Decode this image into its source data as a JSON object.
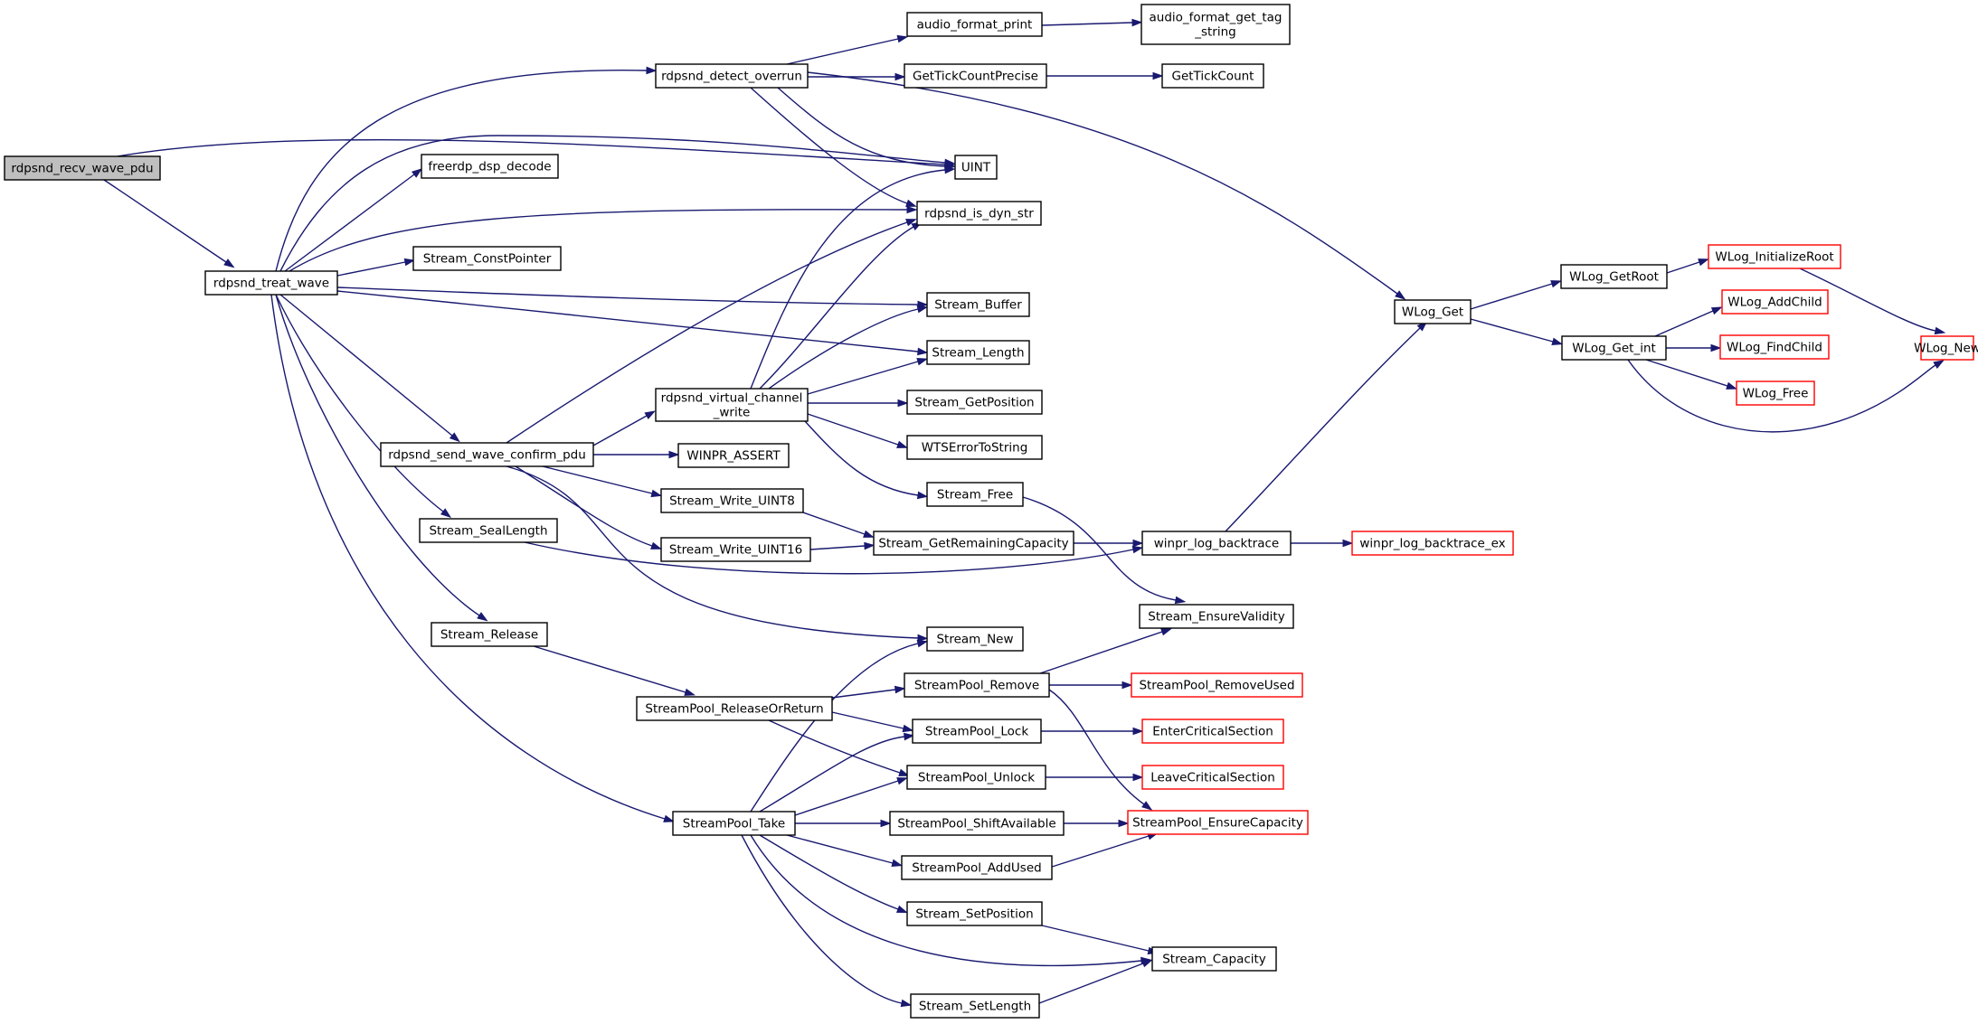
{
  "colors": {
    "edge": "#191970",
    "root_fill": "#bfbfbf",
    "node_fill": "#ffffff",
    "node_border": "#000000",
    "truncated_border": "#ff0000"
  },
  "nodes": [
    {
      "id": "n0",
      "label": [
        "rdpsnd_recv_wave_pdu"
      ],
      "root": true
    },
    {
      "id": "n1",
      "label": [
        "rdpsnd_treat_wave"
      ]
    },
    {
      "id": "n2",
      "label": [
        "rdpsnd_detect_overrun"
      ]
    },
    {
      "id": "n3",
      "label": [
        "UINT"
      ]
    },
    {
      "id": "n4",
      "label": [
        "freerdp_dsp_decode"
      ]
    },
    {
      "id": "n5",
      "label": [
        "rdpsnd_is_dyn_str"
      ]
    },
    {
      "id": "n6",
      "label": [
        "Stream_ConstPointer"
      ]
    },
    {
      "id": "n7",
      "label": [
        "Stream_Buffer"
      ]
    },
    {
      "id": "n8",
      "label": [
        "Stream_Length"
      ]
    },
    {
      "id": "n9",
      "label": [
        "rdpsnd_send_wave_confirm_pdu"
      ]
    },
    {
      "id": "n10",
      "label": [
        "Stream_SealLength"
      ]
    },
    {
      "id": "n11",
      "label": [
        "Stream_Release"
      ]
    },
    {
      "id": "n12",
      "label": [
        "StreamPool_Take"
      ]
    },
    {
      "id": "n13",
      "label": [
        "audio_format_print"
      ]
    },
    {
      "id": "n14",
      "label": [
        "audio_format_get_tag",
        "_string"
      ]
    },
    {
      "id": "n15",
      "label": [
        "GetTickCountPrecise"
      ]
    },
    {
      "id": "n16",
      "label": [
        "GetTickCount"
      ]
    },
    {
      "id": "n17",
      "label": [
        "WLog_Get"
      ]
    },
    {
      "id": "n18",
      "label": [
        "WLog_GetRoot"
      ]
    },
    {
      "id": "n19",
      "label": [
        "WLog_InitializeRoot"
      ],
      "truncated": true
    },
    {
      "id": "n20",
      "label": [
        "WLog_New"
      ],
      "truncated": true
    },
    {
      "id": "n21",
      "label": [
        "WLog_Get_int"
      ]
    },
    {
      "id": "n22",
      "label": [
        "WLog_AddChild"
      ],
      "truncated": true
    },
    {
      "id": "n23",
      "label": [
        "WLog_FindChild"
      ],
      "truncated": true
    },
    {
      "id": "n24",
      "label": [
        "WLog_Free"
      ],
      "truncated": true
    },
    {
      "id": "n25",
      "label": [
        "rdpsnd_virtual_channel",
        "_write"
      ]
    },
    {
      "id": "n26",
      "label": [
        "Stream_GetPosition"
      ]
    },
    {
      "id": "n27",
      "label": [
        "WTSErrorToString"
      ]
    },
    {
      "id": "n28",
      "label": [
        "Stream_Free"
      ]
    },
    {
      "id": "n29",
      "label": [
        "Stream_EnsureValidity"
      ]
    },
    {
      "id": "n30",
      "label": [
        "WINPR_ASSERT"
      ]
    },
    {
      "id": "n31",
      "label": [
        "Stream_Write_UINT8"
      ]
    },
    {
      "id": "n32",
      "label": [
        "Stream_GetRemainingCapacity"
      ]
    },
    {
      "id": "n33",
      "label": [
        "winpr_log_backtrace"
      ]
    },
    {
      "id": "n34",
      "label": [
        "winpr_log_backtrace_ex"
      ],
      "truncated": true
    },
    {
      "id": "n35",
      "label": [
        "Stream_Write_UINT16"
      ]
    },
    {
      "id": "n36",
      "label": [
        "Stream_New"
      ]
    },
    {
      "id": "n37",
      "label": [
        "StreamPool_ReleaseOrReturn"
      ]
    },
    {
      "id": "n38",
      "label": [
        "StreamPool_Remove"
      ]
    },
    {
      "id": "n39",
      "label": [
        "StreamPool_RemoveUsed"
      ],
      "truncated": true
    },
    {
      "id": "n40",
      "label": [
        "StreamPool_EnsureCapacity"
      ],
      "truncated": true
    },
    {
      "id": "n41",
      "label": [
        "StreamPool_Lock"
      ]
    },
    {
      "id": "n42",
      "label": [
        "EnterCriticalSection"
      ],
      "truncated": true
    },
    {
      "id": "n43",
      "label": [
        "StreamPool_Unlock"
      ]
    },
    {
      "id": "n44",
      "label": [
        "LeaveCriticalSection"
      ],
      "truncated": true
    },
    {
      "id": "n45",
      "label": [
        "StreamPool_ShiftAvailable"
      ]
    },
    {
      "id": "n46",
      "label": [
        "StreamPool_AddUsed"
      ]
    },
    {
      "id": "n47",
      "label": [
        "Stream_SetPosition"
      ]
    },
    {
      "id": "n48",
      "label": [
        "Stream_Capacity"
      ]
    },
    {
      "id": "n49",
      "label": [
        "Stream_SetLength"
      ]
    }
  ],
  "edges": [
    [
      "n0",
      "n1"
    ],
    [
      "n0",
      "n3"
    ],
    [
      "n1",
      "n2"
    ],
    [
      "n1",
      "n3"
    ],
    [
      "n1",
      "n4"
    ],
    [
      "n1",
      "n5"
    ],
    [
      "n1",
      "n6"
    ],
    [
      "n1",
      "n7"
    ],
    [
      "n1",
      "n8"
    ],
    [
      "n1",
      "n9"
    ],
    [
      "n1",
      "n10"
    ],
    [
      "n1",
      "n11"
    ],
    [
      "n1",
      "n12"
    ],
    [
      "n2",
      "n13"
    ],
    [
      "n2",
      "n15"
    ],
    [
      "n2",
      "n17"
    ],
    [
      "n2",
      "n3"
    ],
    [
      "n2",
      "n5"
    ],
    [
      "n13",
      "n14"
    ],
    [
      "n15",
      "n16"
    ],
    [
      "n17",
      "n18"
    ],
    [
      "n17",
      "n21"
    ],
    [
      "n18",
      "n19"
    ],
    [
      "n19",
      "n20"
    ],
    [
      "n21",
      "n22"
    ],
    [
      "n21",
      "n23"
    ],
    [
      "n21",
      "n24"
    ],
    [
      "n21",
      "n20"
    ],
    [
      "n9",
      "n5"
    ],
    [
      "n9",
      "n25"
    ],
    [
      "n9",
      "n30"
    ],
    [
      "n9",
      "n31"
    ],
    [
      "n9",
      "n35"
    ],
    [
      "n9",
      "n36"
    ],
    [
      "n25",
      "n3"
    ],
    [
      "n25",
      "n5"
    ],
    [
      "n25",
      "n7"
    ],
    [
      "n25",
      "n8"
    ],
    [
      "n25",
      "n26"
    ],
    [
      "n25",
      "n27"
    ],
    [
      "n25",
      "n28"
    ],
    [
      "n28",
      "n29"
    ],
    [
      "n31",
      "n32"
    ],
    [
      "n35",
      "n32"
    ],
    [
      "n32",
      "n33"
    ],
    [
      "n10",
      "n33"
    ],
    [
      "n33",
      "n17"
    ],
    [
      "n33",
      "n34"
    ],
    [
      "n11",
      "n37"
    ],
    [
      "n37",
      "n38"
    ],
    [
      "n37",
      "n41"
    ],
    [
      "n37",
      "n43"
    ],
    [
      "n38",
      "n29"
    ],
    [
      "n38",
      "n39"
    ],
    [
      "n38",
      "n40"
    ],
    [
      "n41",
      "n42"
    ],
    [
      "n43",
      "n44"
    ],
    [
      "n12",
      "n36"
    ],
    [
      "n12",
      "n41"
    ],
    [
      "n12",
      "n43"
    ],
    [
      "n12",
      "n45"
    ],
    [
      "n12",
      "n46"
    ],
    [
      "n12",
      "n47"
    ],
    [
      "n12",
      "n48"
    ],
    [
      "n12",
      "n49"
    ],
    [
      "n45",
      "n40"
    ],
    [
      "n46",
      "n40"
    ],
    [
      "n47",
      "n48"
    ],
    [
      "n49",
      "n48"
    ]
  ]
}
